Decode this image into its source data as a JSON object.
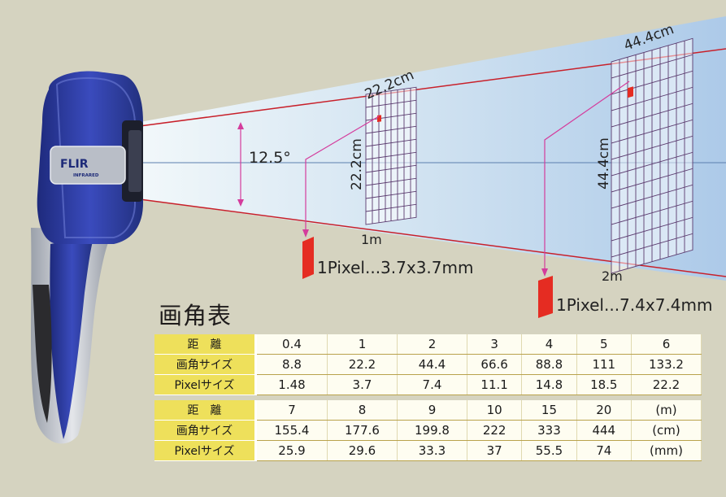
{
  "diagram": {
    "brand": "FLIR",
    "brand_sub": "INFRARED",
    "angle_label": "12.5°",
    "grid_near": {
      "size_top": "22.2cm",
      "size_side": "22.2cm",
      "distance": "1m"
    },
    "grid_far": {
      "size_top": "44.4cm",
      "size_side": "44.4cm",
      "distance": "2m"
    },
    "pixel_near": "1Pixel...3.7x3.7mm",
    "pixel_far": "1Pixel...7.4x7.4mm"
  },
  "table_title": "画角表",
  "table": {
    "row_labels": [
      "距　離",
      "画角サイズ",
      "Pixelサイズ"
    ],
    "part1": {
      "distance": [
        "0.4",
        "1",
        "2",
        "3",
        "4",
        "5",
        "6"
      ],
      "angle_size": [
        "8.8",
        "22.2",
        "44.4",
        "66.6",
        "88.8",
        "111",
        "133.2"
      ],
      "pixel_size": [
        "1.48",
        "3.7",
        "7.4",
        "11.1",
        "14.8",
        "18.5",
        "22.2"
      ]
    },
    "part2": {
      "distance": [
        "7",
        "8",
        "9",
        "10",
        "15",
        "20",
        "(m)"
      ],
      "angle_size": [
        "155.4",
        "177.6",
        "199.8",
        "222",
        "333",
        "444",
        "(cm)"
      ],
      "pixel_size": [
        "25.9",
        "29.6",
        "33.3",
        "37",
        "55.5",
        "74",
        "(mm)"
      ]
    }
  },
  "colors": {
    "background": "#d5d3c0",
    "beam_line": "#c8202a",
    "pixel_marker": "#e52c22",
    "leader_line": "#d43c9c",
    "grid": "#5a3a6e",
    "camera_body": "#2f3ea6",
    "table_header": "#eee05b"
  }
}
